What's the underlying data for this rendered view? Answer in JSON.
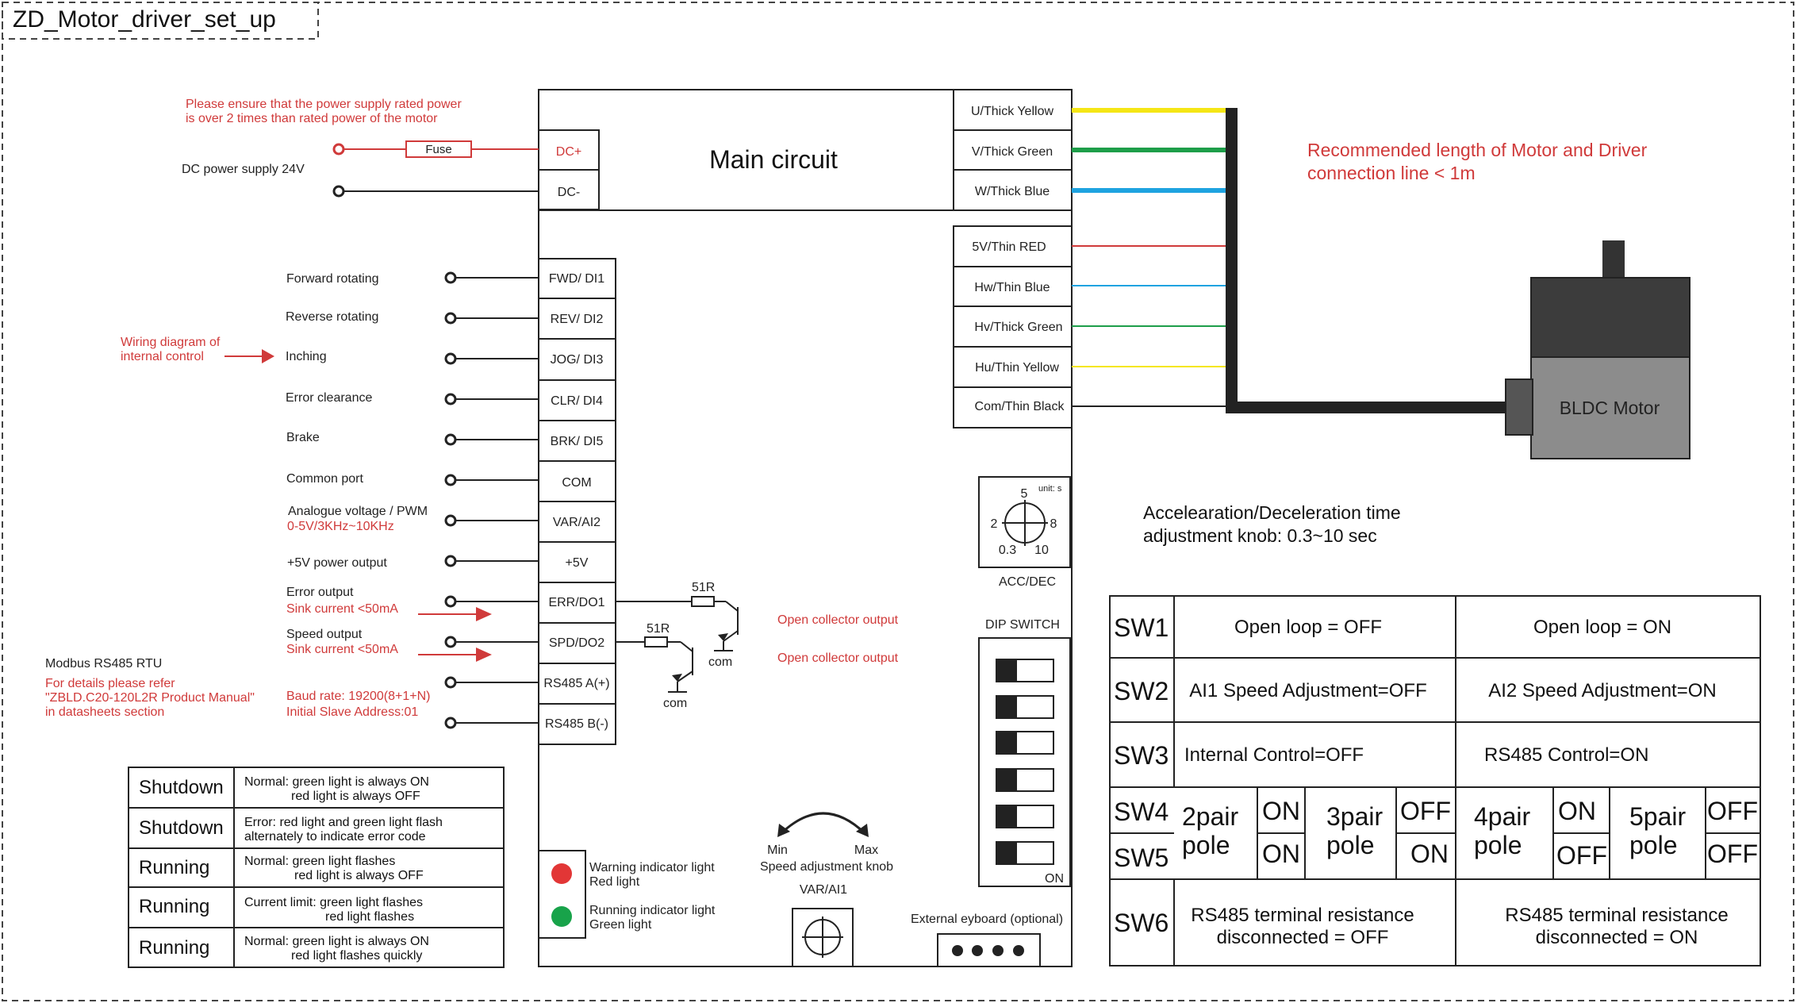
{
  "title": "ZD_Motor_driver_set_up",
  "colors": {
    "red_text": "#d03a3a",
    "yellow": "#f5e616",
    "green": "#1e9e4a",
    "blue": "#1fa3e0",
    "motor_top": "#3c3c3c",
    "motor_body": "#8c8c8c",
    "led_red": "#e23636",
    "led_green": "#18a34a"
  },
  "power": {
    "note_line1": "Please ensure that the power supply rated power",
    "note_line2": "is over 2 times than rated power of the motor",
    "fuse_label": "Fuse",
    "supply_label": "DC power supply 24V",
    "terminal_dcp": "DC+",
    "terminal_dcm": "DC-"
  },
  "main_circuit_label": "Main circuit",
  "motor_outputs": [
    "U/Thick Yellow",
    "V/Thick Green",
    "W/Thick Blue"
  ],
  "hall_signals": [
    "5V/Thin RED",
    "Hw/Thin Blue",
    "Hv/Thick Green",
    "Hu/Thin Yellow",
    "Com/Thin Black"
  ],
  "recommend_line1": "Recommended length of Motor and Driver",
  "recommend_line2": "connection line < 1m",
  "motor_label": "BLDC Motor",
  "control_terminals": [
    "FWD/ DI1",
    "REV/ DI2",
    "JOG/ DI3",
    "CLR/ DI4",
    "BRK/ DI5",
    "COM",
    "VAR/AI2",
    "+5V",
    "ERR/DO1",
    "SPD/DO2",
    "RS485 A(+)",
    "RS485 B(-)"
  ],
  "control_labels": {
    "forward": "Forward rotating",
    "reverse": "Reverse rotating",
    "inching": "Inching",
    "error_clear": "Error clearance",
    "brake": "Brake",
    "common": "Common port",
    "analog": "Analogue voltage / PWM",
    "analog_range": "0-5V/3KHz~10KHz",
    "power5v": "+5V power output",
    "err_out": "Error output",
    "err_sink": "Sink current <50mA",
    "spd_out": "Speed output",
    "spd_sink": "Sink current <50mA",
    "wiring_line1": "Wiring diagram of",
    "wiring_line2": "internal control",
    "baud": "Baud rate: 19200(8+1+N)",
    "slave": "Initial Slave Address:01",
    "modbus": "Modbus RS485 RTU",
    "details1": "For details please refer",
    "details2": "\"ZBLD.C20-120L2R Product Manual\"",
    "details3": "in datasheets section"
  },
  "open_collector": {
    "resistor": "51R",
    "com": "com",
    "label": "Open collector output"
  },
  "acc_knob": {
    "top": "5",
    "unit": "unit: s",
    "left": "2",
    "right": "8",
    "bl": "0.3",
    "br": "10",
    "name": "ACC/DEC",
    "desc1": "Accelearation/Deceleration time",
    "desc2": "adjustment knob: 0.3~10 sec"
  },
  "dip_switch": {
    "title": "DIP SWITCH",
    "on_label": "ON"
  },
  "speed_knob": {
    "min": "Min",
    "max": "Max",
    "label": "Speed adjustment knob",
    "name": "VAR/AI1"
  },
  "indicators": {
    "warning1": "Warning indicator light",
    "warning2": "Red light",
    "running1": "Running indicator light",
    "running2": "Green light"
  },
  "keyboard_label": "External eyboard (optional)",
  "status_table": [
    {
      "state": "Shutdown",
      "l1": "Normal: green light is always ON",
      "l2": "red light is always OFF"
    },
    {
      "state": "Shutdown",
      "l1": "Error: red light and green light flash",
      "l2": "alternately to indicate error code"
    },
    {
      "state": "Running",
      "l1": "Normal: green light flashes",
      "l2": "red light is always OFF"
    },
    {
      "state": "Running",
      "l1": "Current limit: green light flashes",
      "l2": "red light flashes"
    },
    {
      "state": "Running",
      "l1": "Normal: green light is always ON",
      "l2": "red light flashes quickly"
    }
  ],
  "sw_table": {
    "sw1": {
      "name": "SW1",
      "off": "Open loop = OFF",
      "on": "Open loop = ON"
    },
    "sw2": {
      "name": "SW2",
      "off": "AI1 Speed Adjustment=OFF",
      "on": "AI2 Speed Adjustment=ON"
    },
    "sw3": {
      "name": "SW3",
      "off": "Internal Control=OFF",
      "on": "RS485 Control=ON"
    },
    "sw4": "SW4",
    "sw5": "SW5",
    "poles": [
      {
        "l1": "2pair",
        "l2": "pole",
        "s4": "ON",
        "s5": "ON"
      },
      {
        "l1": "3pair",
        "l2": "pole",
        "s4": "OFF",
        "s5": "ON"
      },
      {
        "l1": "4pair",
        "l2": "pole",
        "s4": "ON",
        "s5": "OFF"
      },
      {
        "l1": "5pair",
        "l2": "pole",
        "s4": "OFF",
        "s5": "OFF"
      }
    ],
    "sw6": {
      "name": "SW6",
      "off1": "RS485 terminal resistance",
      "off2": "disconnected = OFF",
      "on1": "RS485 terminal resistance",
      "on2": "disconnected = ON"
    }
  }
}
